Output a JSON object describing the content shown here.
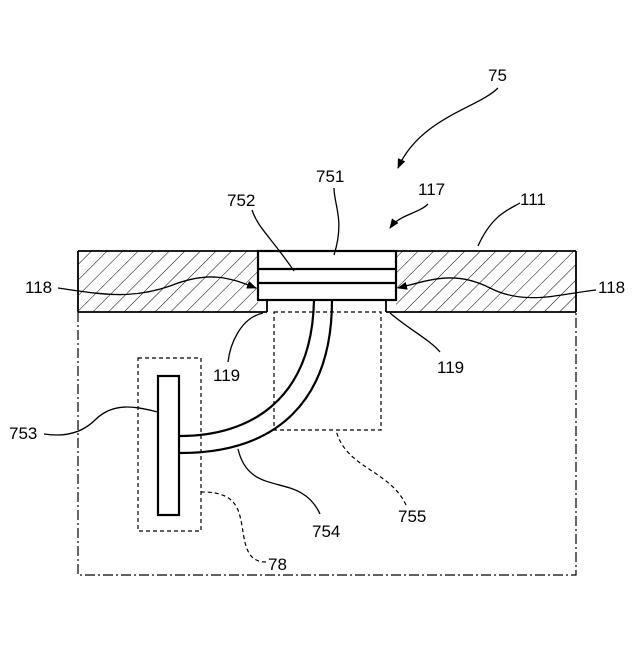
{
  "labels": {
    "ref_75": "75",
    "ref_751": "751",
    "ref_117": "117",
    "ref_111": "111",
    "ref_752": "752",
    "ref_118_left": "118",
    "ref_118_right": "118",
    "ref_119_left": "119",
    "ref_119_right": "119",
    "ref_753": "753",
    "ref_754": "754",
    "ref_755": "755",
    "ref_78": "78"
  }
}
